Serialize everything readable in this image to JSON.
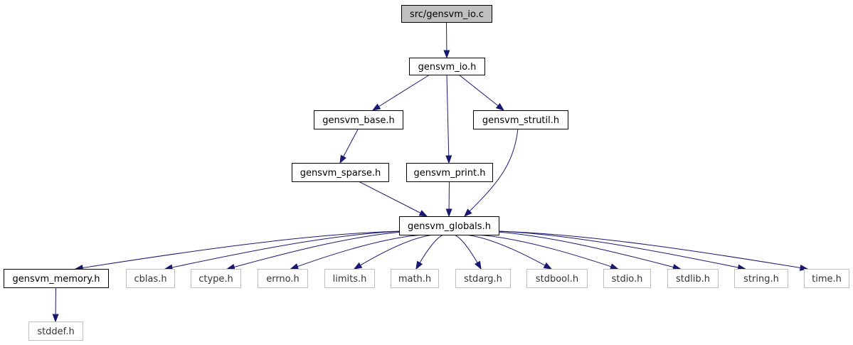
{
  "colors": {
    "edge": "#191970",
    "root_fill": "#bfbfbf",
    "node_border": "#000000",
    "system_border": "#bfbfbf",
    "text": "#000000"
  },
  "nodes": [
    {
      "id": "src_gensvm_io_c",
      "label": "src/gensvm_io.c",
      "kind": "root"
    },
    {
      "id": "gensvm_io_h",
      "label": "gensvm_io.h",
      "kind": "local"
    },
    {
      "id": "gensvm_base_h",
      "label": "gensvm_base.h",
      "kind": "local"
    },
    {
      "id": "gensvm_strutil_h",
      "label": "gensvm_strutil.h",
      "kind": "local"
    },
    {
      "id": "gensvm_sparse_h",
      "label": "gensvm_sparse.h",
      "kind": "local"
    },
    {
      "id": "gensvm_print_h",
      "label": "gensvm_print.h",
      "kind": "local"
    },
    {
      "id": "gensvm_globals_h",
      "label": "gensvm_globals.h",
      "kind": "local"
    },
    {
      "id": "gensvm_memory_h",
      "label": "gensvm_memory.h",
      "kind": "local"
    },
    {
      "id": "cblas_h",
      "label": "cblas.h",
      "kind": "system"
    },
    {
      "id": "ctype_h",
      "label": "ctype.h",
      "kind": "system"
    },
    {
      "id": "errno_h",
      "label": "errno.h",
      "kind": "system"
    },
    {
      "id": "limits_h",
      "label": "limits.h",
      "kind": "system"
    },
    {
      "id": "math_h",
      "label": "math.h",
      "kind": "system"
    },
    {
      "id": "stdarg_h",
      "label": "stdarg.h",
      "kind": "system"
    },
    {
      "id": "stdbool_h",
      "label": "stdbool.h",
      "kind": "system"
    },
    {
      "id": "stdio_h",
      "label": "stdio.h",
      "kind": "system"
    },
    {
      "id": "stdlib_h",
      "label": "stdlib.h",
      "kind": "system"
    },
    {
      "id": "string_h",
      "label": "string.h",
      "kind": "system"
    },
    {
      "id": "time_h",
      "label": "time.h",
      "kind": "system"
    },
    {
      "id": "stddef_h",
      "label": "stddef.h",
      "kind": "system"
    }
  ],
  "edges": [
    {
      "from": "src_gensvm_io_c",
      "to": "gensvm_io_h"
    },
    {
      "from": "gensvm_io_h",
      "to": "gensvm_base_h"
    },
    {
      "from": "gensvm_io_h",
      "to": "gensvm_print_h"
    },
    {
      "from": "gensvm_io_h",
      "to": "gensvm_strutil_h"
    },
    {
      "from": "gensvm_base_h",
      "to": "gensvm_sparse_h"
    },
    {
      "from": "gensvm_sparse_h",
      "to": "gensvm_globals_h"
    },
    {
      "from": "gensvm_print_h",
      "to": "gensvm_globals_h"
    },
    {
      "from": "gensvm_strutil_h",
      "to": "gensvm_globals_h"
    },
    {
      "from": "gensvm_globals_h",
      "to": "gensvm_memory_h"
    },
    {
      "from": "gensvm_globals_h",
      "to": "cblas_h"
    },
    {
      "from": "gensvm_globals_h",
      "to": "ctype_h"
    },
    {
      "from": "gensvm_globals_h",
      "to": "errno_h"
    },
    {
      "from": "gensvm_globals_h",
      "to": "limits_h"
    },
    {
      "from": "gensvm_globals_h",
      "to": "math_h"
    },
    {
      "from": "gensvm_globals_h",
      "to": "stdarg_h"
    },
    {
      "from": "gensvm_globals_h",
      "to": "stdbool_h"
    },
    {
      "from": "gensvm_globals_h",
      "to": "stdio_h"
    },
    {
      "from": "gensvm_globals_h",
      "to": "stdlib_h"
    },
    {
      "from": "gensvm_globals_h",
      "to": "string_h"
    },
    {
      "from": "gensvm_globals_h",
      "to": "time_h"
    },
    {
      "from": "gensvm_memory_h",
      "to": "stddef_h"
    }
  ]
}
